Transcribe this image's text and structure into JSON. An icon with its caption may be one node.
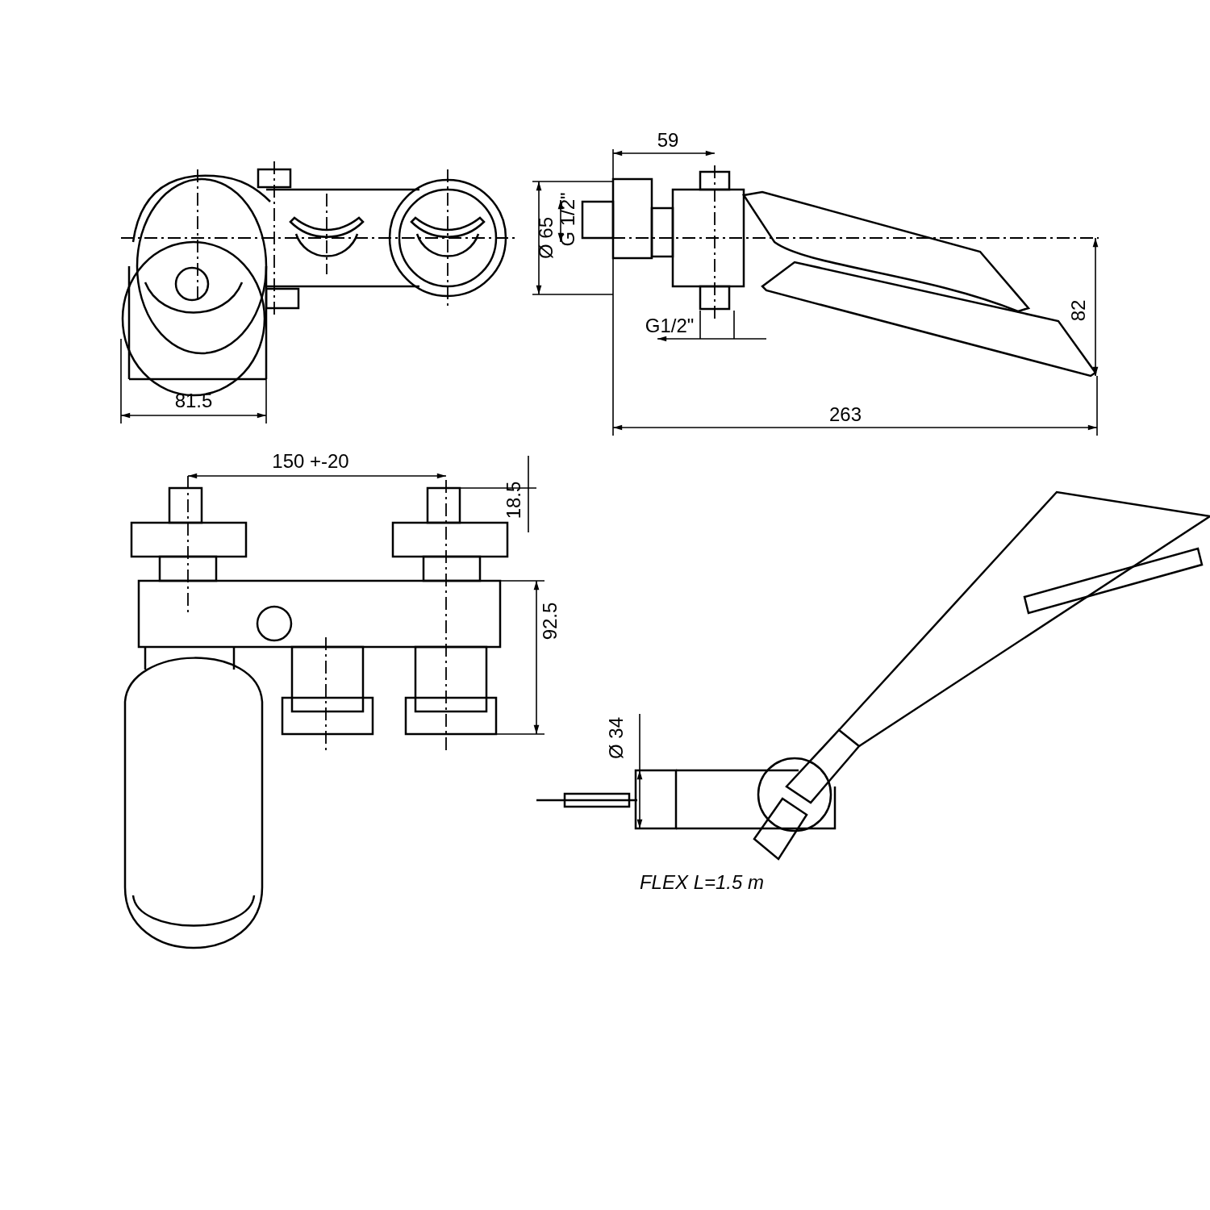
{
  "diagram": {
    "labels": [
      "81.5",
      "Ø 65",
      "G 1/2\"",
      "59",
      "G1/2\"",
      "82",
      "263",
      "150 +-20",
      "18.5",
      "92.5",
      "Ø 34",
      "FLEX L=1.5 m"
    ]
  }
}
